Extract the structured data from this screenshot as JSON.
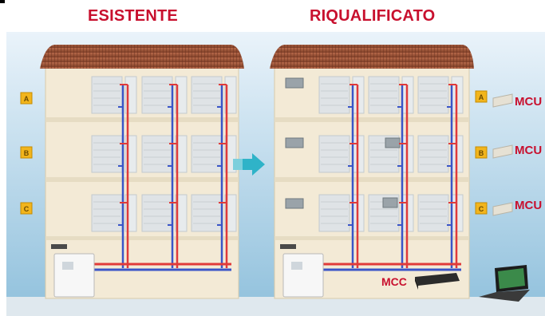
{
  "headings": {
    "left": "ESISTENTE",
    "right": "RIQUALIFICATO"
  },
  "floor_tags": [
    "A",
    "B",
    "C"
  ],
  "mcu_labels": [
    "MCU",
    "MCU",
    "MCU"
  ],
  "mcc_label": "MCC",
  "colors": {
    "title_red": "#c8102e",
    "hot_pipe": "#e03a3a",
    "cold_pipe": "#3a55c8",
    "tag_yellow": "#f2b51c",
    "arrow_teal": "#2fb3c8",
    "sky_top": "#eaf3fa",
    "sky_bottom": "#8fc0dc",
    "roof": "#9e5236",
    "wall": "#f3ead6"
  },
  "icons": [
    "arrow-right-icon",
    "laptop-icon",
    "controller-box-icon",
    "sensor-unit-icon",
    "boiler-icon"
  ]
}
